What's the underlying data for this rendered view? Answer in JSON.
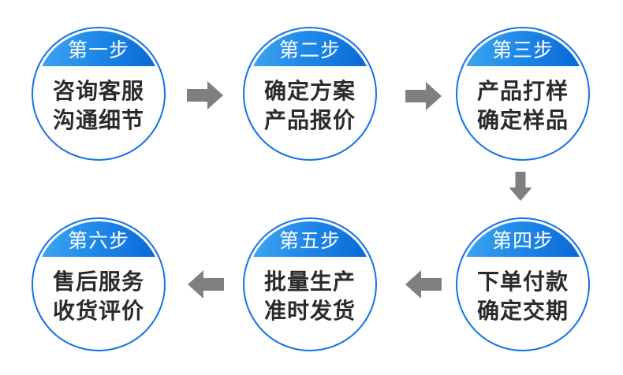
{
  "title": "order-process-flow",
  "colors": {
    "circle_border": "#1272ec",
    "band_start": "#45a9f2",
    "band_end": "#0765d6",
    "step_label": "#ffffff",
    "body_text": "#2b2b2b",
    "arrow": "#7f7f7f",
    "background": "#ffffff"
  },
  "steps": [
    {
      "id": 1,
      "label": "第一步",
      "line1": "咨询客服",
      "line2": "沟通细节"
    },
    {
      "id": 2,
      "label": "第二步",
      "line1": "确定方案",
      "line2": "产品报价"
    },
    {
      "id": 3,
      "label": "第三步",
      "line1": "产品打样",
      "line2": "确定样品"
    },
    {
      "id": 4,
      "label": "第四步",
      "line1": "下单付款",
      "line2": "确定交期"
    },
    {
      "id": 5,
      "label": "第五步",
      "line1": "批量生产",
      "line2": "准时发货"
    },
    {
      "id": 6,
      "label": "第六步",
      "line1": "售后服务",
      "line2": "收货评价"
    }
  ],
  "arrows": [
    {
      "from": 1,
      "to": 2,
      "direction": "right"
    },
    {
      "from": 2,
      "to": 3,
      "direction": "right"
    },
    {
      "from": 3,
      "to": 4,
      "direction": "down"
    },
    {
      "from": 4,
      "to": 5,
      "direction": "left"
    },
    {
      "from": 5,
      "to": 6,
      "direction": "left"
    }
  ]
}
